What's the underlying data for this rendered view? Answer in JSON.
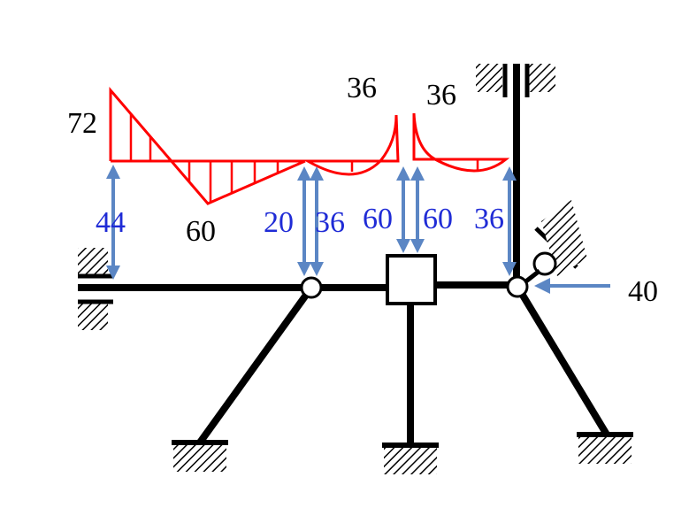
{
  "moment_labels": {
    "left_end": "72",
    "span_min": "60",
    "mid_left_peak": "36",
    "mid_right_peak": "36"
  },
  "force_labels": {
    "left_support": "44",
    "hinge1_left": "20",
    "hinge1_right": "36",
    "box_left": "60",
    "box_right": "60",
    "hinge2": "36",
    "applied_horizontal": "40"
  },
  "colors": {
    "moment_diagram": "#ff0000",
    "force_arrows": "#5b86c4",
    "force_text": "#1f2bd6",
    "members": "#000000"
  }
}
